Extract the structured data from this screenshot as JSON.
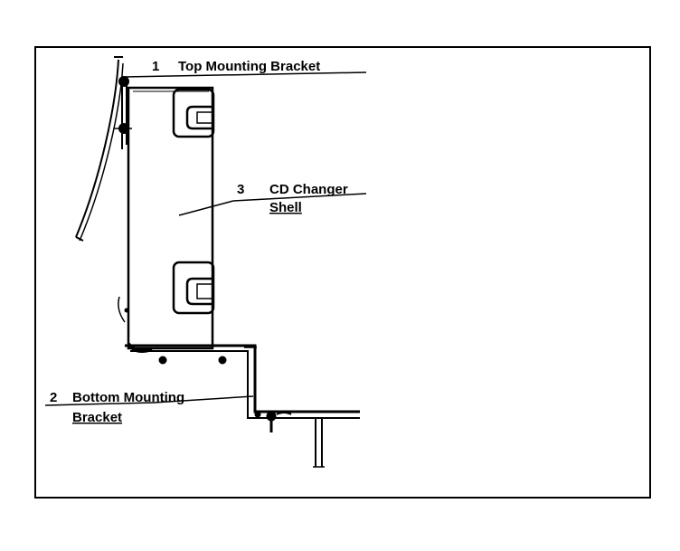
{
  "diagram": {
    "labels": [
      {
        "number": "1",
        "lines": [
          "Top Mounting Bracket"
        ]
      },
      {
        "number": "2",
        "lines": [
          "Bottom Mounting",
          "Bracket"
        ]
      },
      {
        "number": "3",
        "lines": [
          "CD Changer",
          "Shell"
        ]
      }
    ]
  },
  "colors": {
    "ink": "#000000",
    "paper": "#ffffff"
  }
}
